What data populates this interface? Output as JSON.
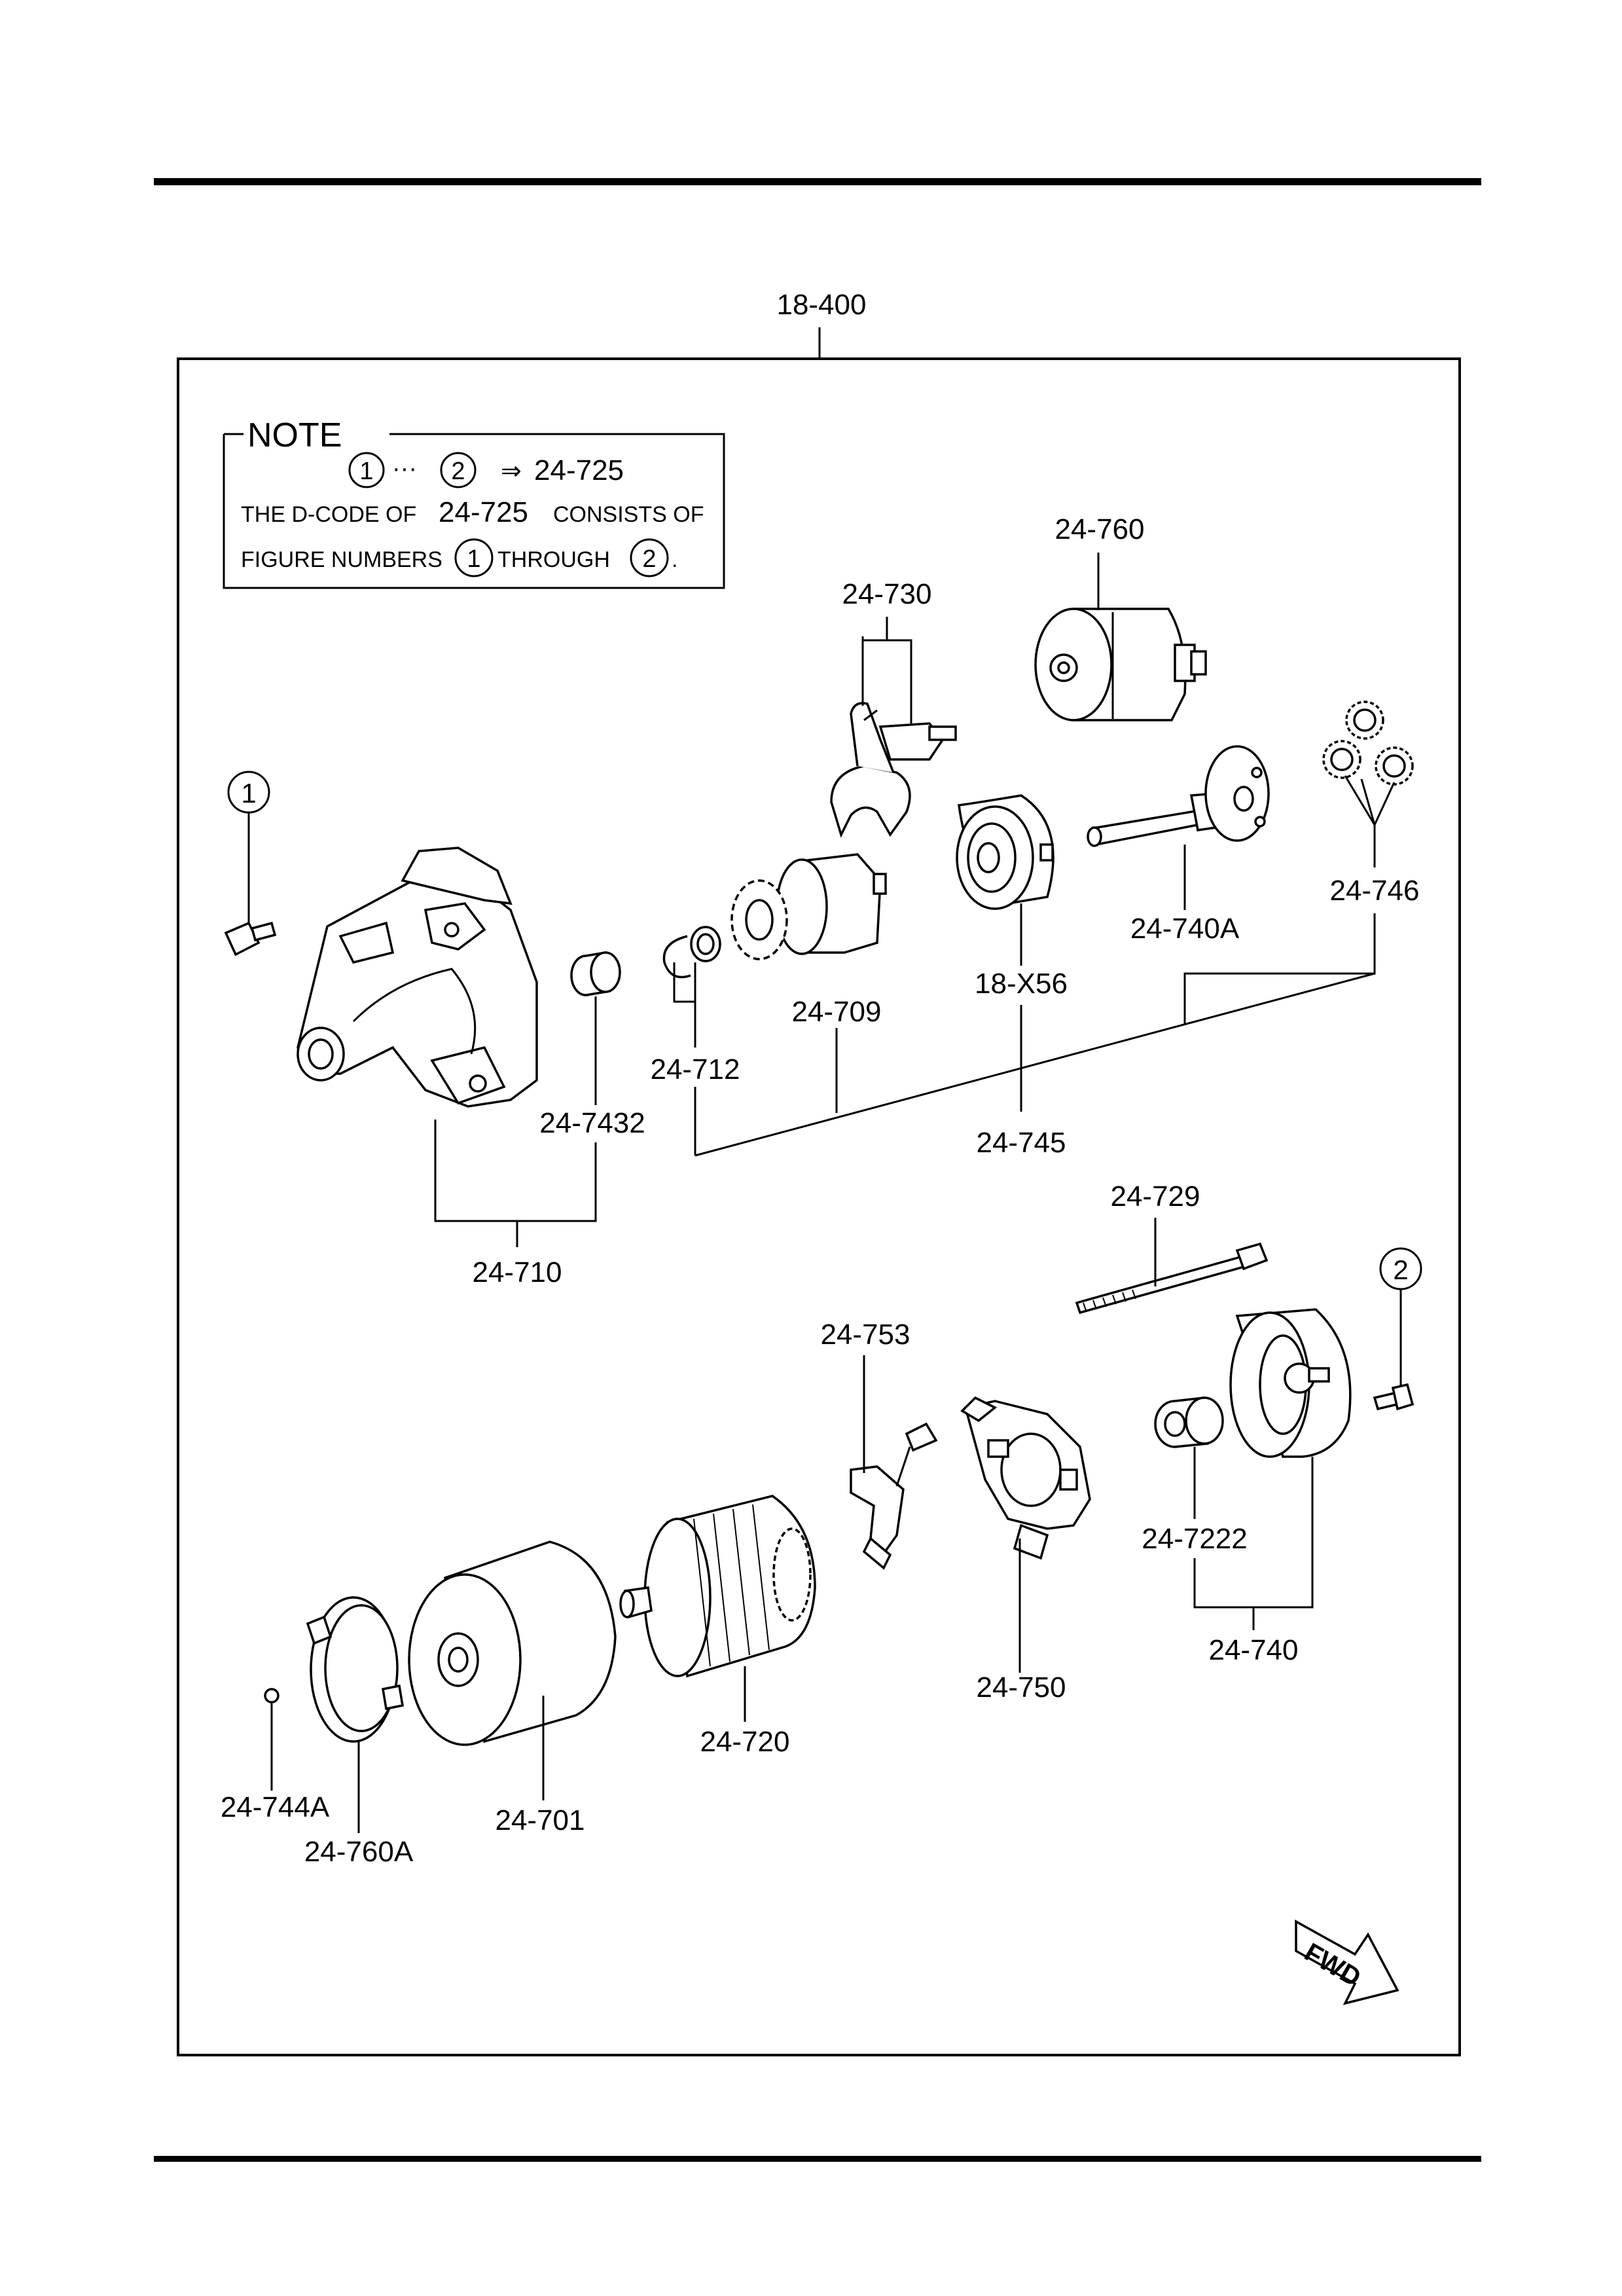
{
  "assembly_ref": "18-400",
  "note": {
    "title": "NOTE",
    "circle_start": "1",
    "ellipsis": "···",
    "circle_end": "2",
    "arrow": "⇒",
    "target_code": "24-725",
    "line2_prefix": "THE D-CODE OF",
    "line2_code": "24-725",
    "line2_suffix": "CONSISTS OF",
    "line3_prefix": "FIGURE NUMBERS",
    "line3_mid": "THROUGH",
    "line3_end": "."
  },
  "callouts": {
    "c1": "1",
    "c2": "2"
  },
  "labels": {
    "p24_760": "24-760",
    "p24_730": "24-730",
    "p24_746": "24-746",
    "p24_740A": "24-740A",
    "p18_X56": "18-X56",
    "p24_709": "24-709",
    "p24_712": "24-712",
    "p24_745": "24-745",
    "p24_7432": "24-7432",
    "p24_710": "24-710",
    "p24_729": "24-729",
    "p24_753": "24-753",
    "p24_7222": "24-7222",
    "p24_740": "24-740",
    "p24_750": "24-750",
    "p24_720": "24-720",
    "p24_701": "24-701",
    "p24_744A": "24-744A",
    "p24_760A": "24-760A"
  },
  "fwd_badge": "FWD"
}
